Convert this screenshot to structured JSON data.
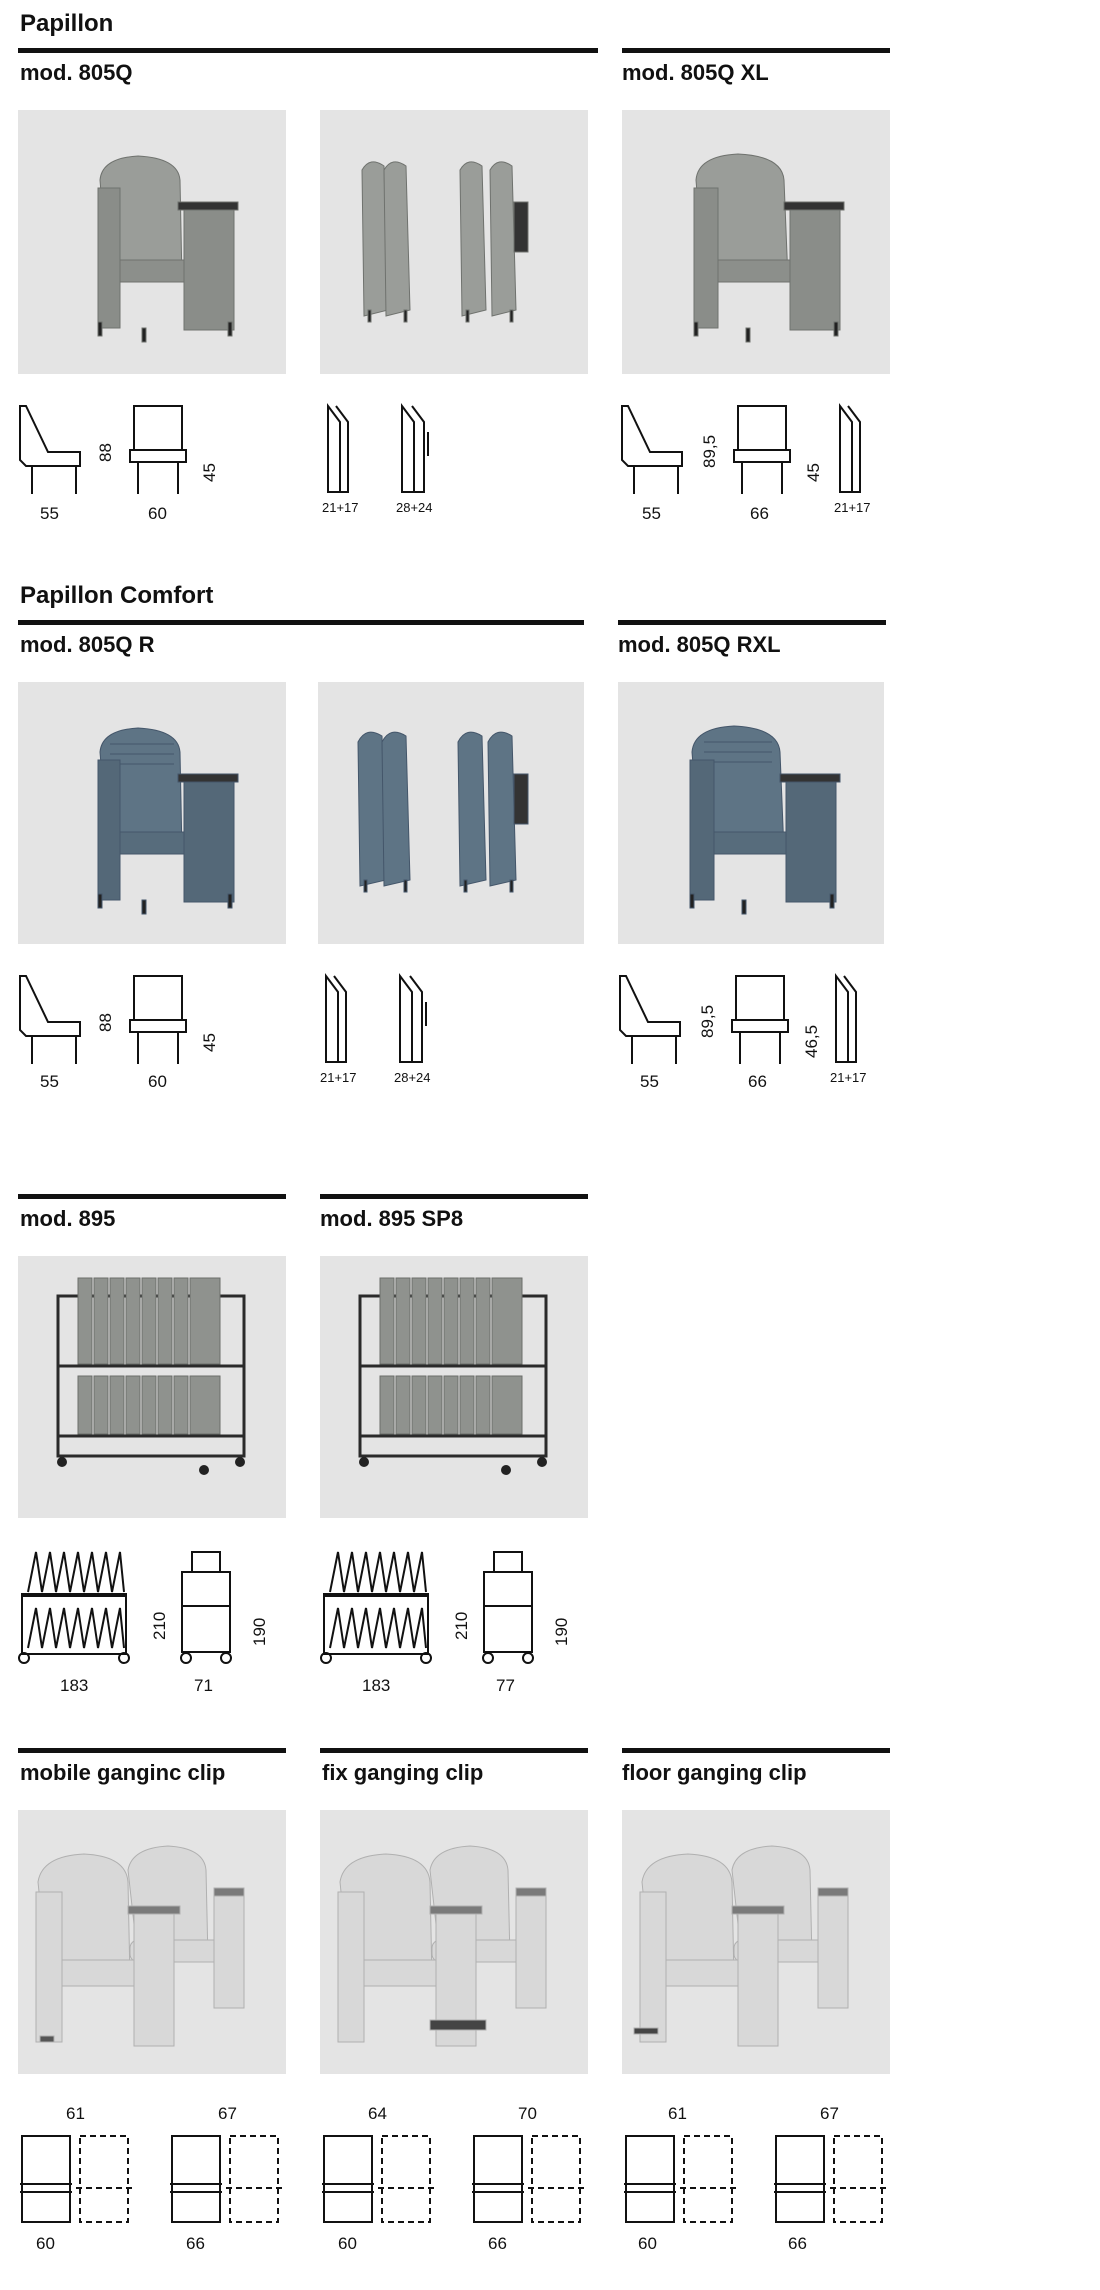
{
  "sections": {
    "papillon": {
      "title": "Papillon",
      "mod_a": "mod. 805Q",
      "mod_b": "mod. 805Q XL",
      "dims_a": {
        "depth": "55",
        "width": "60",
        "height": "88",
        "seat": "45"
      },
      "dims_fold": {
        "one": "21+17",
        "two": "28+24"
      },
      "dims_b": {
        "depth": "55",
        "width": "66",
        "height": "89,5",
        "seat": "45",
        "fold": "21+17"
      }
    },
    "comfort": {
      "title": "Papillon Comfort",
      "mod_a": "mod. 805Q R",
      "mod_b": "mod. 805Q RXL",
      "dims_a": {
        "depth": "55",
        "width": "60",
        "height": "88",
        "seat": "45"
      },
      "dims_fold": {
        "one": "21+17",
        "two": "28+24"
      },
      "dims_b": {
        "depth": "55",
        "width": "66",
        "height": "89,5",
        "seat": "46,5",
        "fold": "21+17"
      }
    },
    "trolleys": {
      "mod_a": "mod. 895",
      "mod_b": "mod. 895 SP8",
      "dims_a": {
        "length": "183",
        "height": "210",
        "depth": "71",
        "height2": "190"
      },
      "dims_b": {
        "length": "183",
        "height": "210",
        "depth": "77",
        "height2": "190"
      }
    },
    "clips": {
      "mobile": {
        "title": "mobile ganginc clip",
        "top_a": "61",
        "top_b": "67",
        "bot_a": "60",
        "bot_b": "66"
      },
      "fix": {
        "title": "fix ganging clip",
        "top_a": "64",
        "top_b": "70",
        "bot_a": "60",
        "bot_b": "66"
      },
      "floor": {
        "title": "floor ganging clip",
        "top_a": "61",
        "top_b": "67",
        "bot_a": "60",
        "bot_b": "66"
      }
    }
  },
  "colors": {
    "photo_bg": "#e4e4e4",
    "grey_chair": "#9a9d99",
    "blue_chair": "#5e7485",
    "white_chair": "#d8d8d8",
    "frame": "#2a2a2a"
  }
}
